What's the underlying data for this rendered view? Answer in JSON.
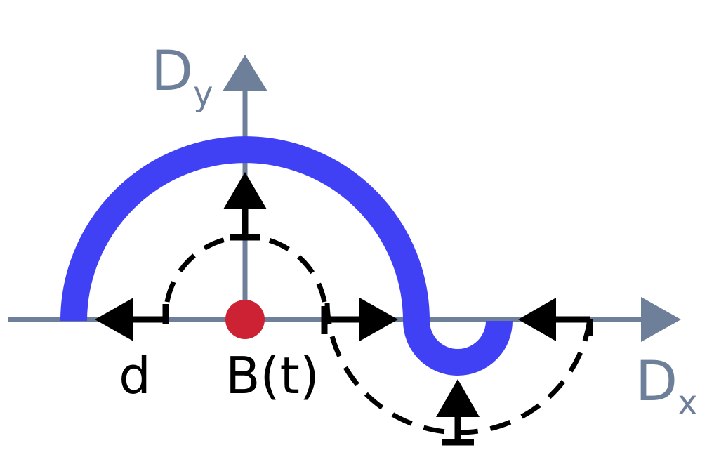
{
  "labels": {
    "y_axis_main": "D",
    "y_axis_sub": "y",
    "x_axis_main": "D",
    "x_axis_sub": "x",
    "distance": "d",
    "point": "B(t)"
  },
  "colors": {
    "axis": "#6e7f99",
    "curve": "#4040f5",
    "dashed": "#000000",
    "arrow": "#000000",
    "point": "#cc2233",
    "text": "#000000"
  }
}
